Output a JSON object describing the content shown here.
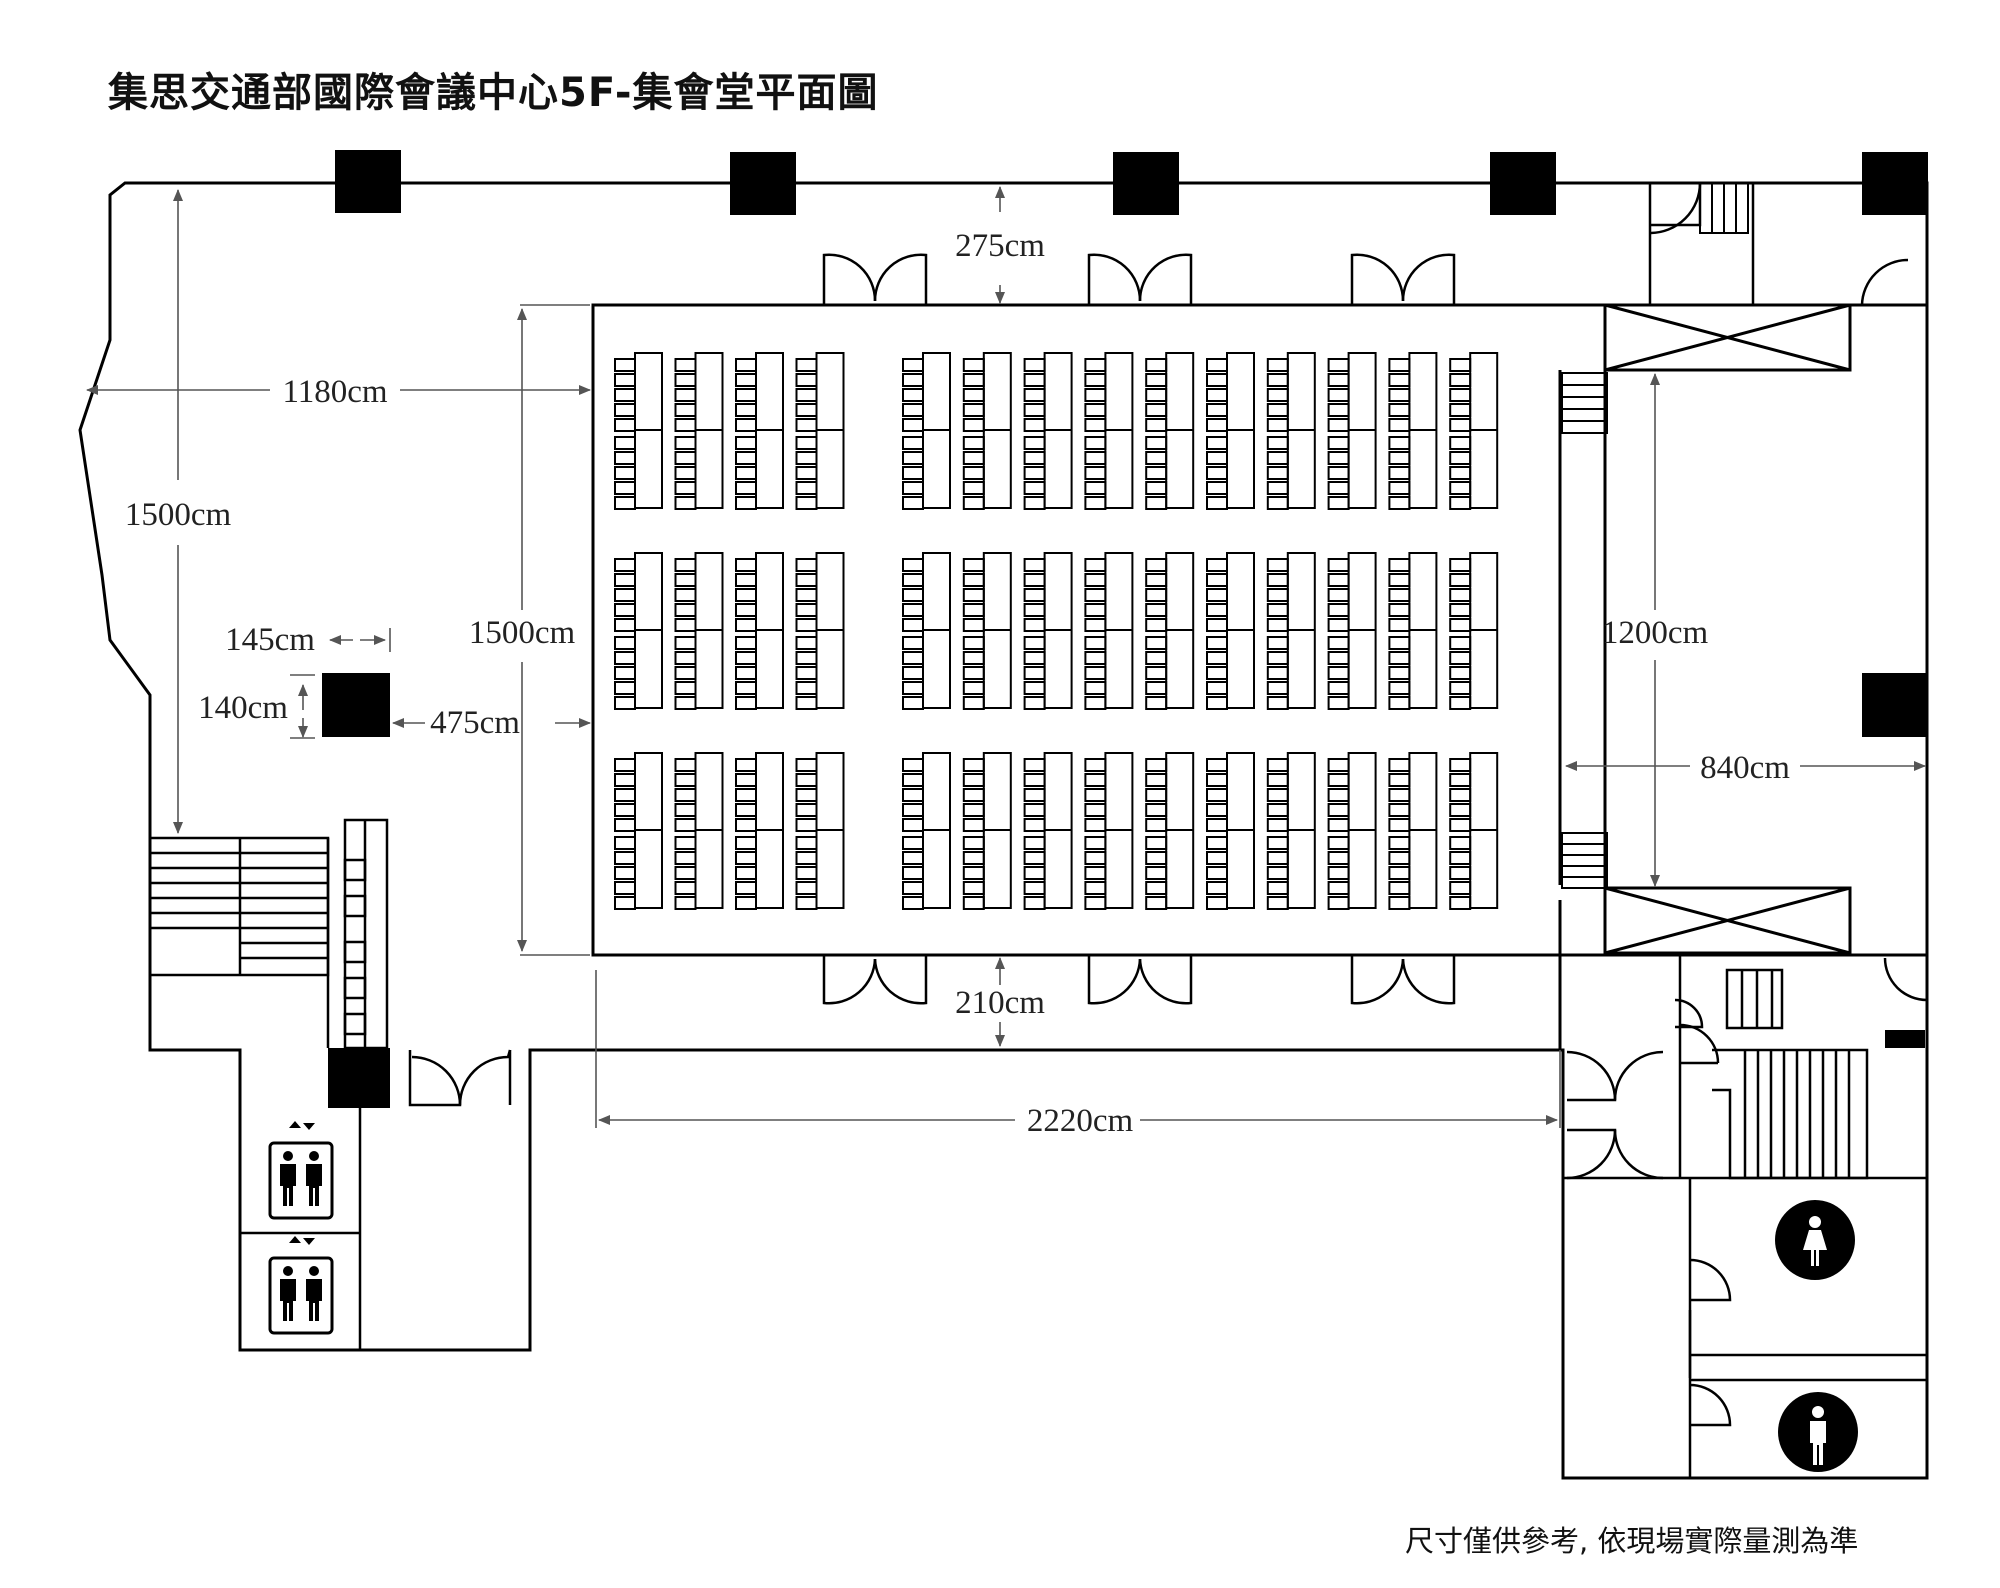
{
  "title": "集思交通部國際會議中心5F-集會堂平面圖",
  "note": "尺寸僅供參考, 依現場實際量測為準",
  "dimensions": {
    "top_gap": "275cm",
    "left_width": "1180cm",
    "left_height": "1500cm",
    "pillar_w": "145cm",
    "pillar_h": "140cm",
    "pillar_gap": "475cm",
    "hall_height": "1500cm",
    "stage_height": "1200cm",
    "stage_width": "840cm",
    "bottom_gap": "210cm",
    "hall_width": "2220cm"
  },
  "seating": {
    "bands": 3,
    "left_block_tables": 4,
    "right_block_tables": 10,
    "seats_per_table": 10
  },
  "colors": {
    "line": "#000000",
    "dim": "#555555",
    "text": "#222222"
  }
}
